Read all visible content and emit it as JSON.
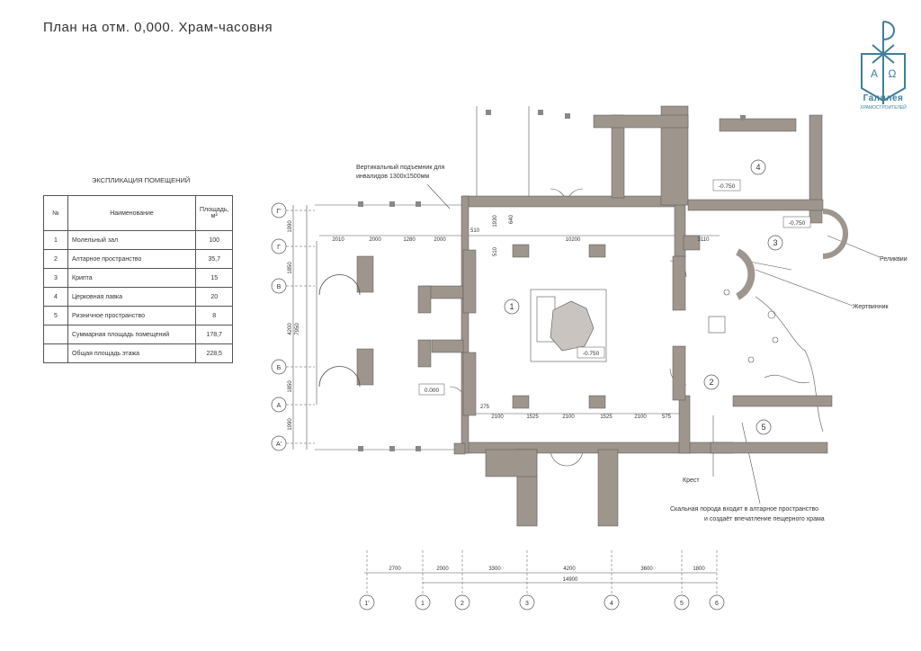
{
  "title": "План на отм. 0,000. Храм-часовня",
  "logo": {
    "letters": [
      "А",
      "Ω"
    ],
    "name": "Галилея",
    "subtitle": "ХРАМОСТРОИТЕЛЕЙ"
  },
  "explication": {
    "title": "ЭКСПЛИКАЦИЯ ПОМЕЩЕНИЙ",
    "headers": {
      "num": "№",
      "name": "Наименование",
      "area": "Площадь, м²"
    },
    "rows": [
      {
        "num": "1",
        "name": "Молельный зал",
        "area": "100"
      },
      {
        "num": "2",
        "name": "Алтарное пространство",
        "area": "35,7"
      },
      {
        "num": "3",
        "name": "Крипта",
        "area": "15"
      },
      {
        "num": "4",
        "name": "Церковная лавка",
        "area": "20"
      },
      {
        "num": "5",
        "name": "Ризничное пространство",
        "area": "8"
      },
      {
        "num": "",
        "name": "Суммарная площадь помещений",
        "area": "178,7"
      },
      {
        "num": "",
        "name": "Общая площадь этажа",
        "area": "228,5"
      }
    ]
  },
  "plan": {
    "annotations": {
      "lift_line1": "Вертикальный подъемник для",
      "lift_line2": "инвалидов 1300x1500мм",
      "relics": "Реликвии",
      "altar_table": "Жертвинник",
      "cross": "Крест",
      "rock_line1": "Скальная порода входит в алтарное пространство",
      "rock_line2": "и создаёт впечатление пещерного храма"
    },
    "room_numbers": [
      "1",
      "2",
      "3",
      "4",
      "5"
    ],
    "levels": {
      "zero": "0.000",
      "center": "-0.750",
      "room4": "-0.750",
      "room3": "-0.750"
    },
    "row_axes": [
      "Г'",
      "Г",
      "В",
      "Б",
      "А",
      "А'"
    ],
    "row_dims": [
      "1990",
      "1850",
      "4200",
      "7950",
      "1850",
      "1990"
    ],
    "col_axes": [
      "1'",
      "1",
      "2",
      "3",
      "4",
      "5",
      "6"
    ],
    "bottom_dims": [
      "2700",
      "2000",
      "3300",
      "4200",
      "3600",
      "1800"
    ],
    "bottom_total": "14900",
    "top_dims": [
      "2010",
      "2000",
      "1280",
      "2000",
      "510",
      "10200",
      "3110"
    ],
    "vertical_small_dims": [
      "1930",
      "640",
      "510"
    ],
    "inner_dims": [
      "275",
      "2100",
      "1525",
      "2100",
      "1525",
      "2100",
      "575"
    ]
  }
}
